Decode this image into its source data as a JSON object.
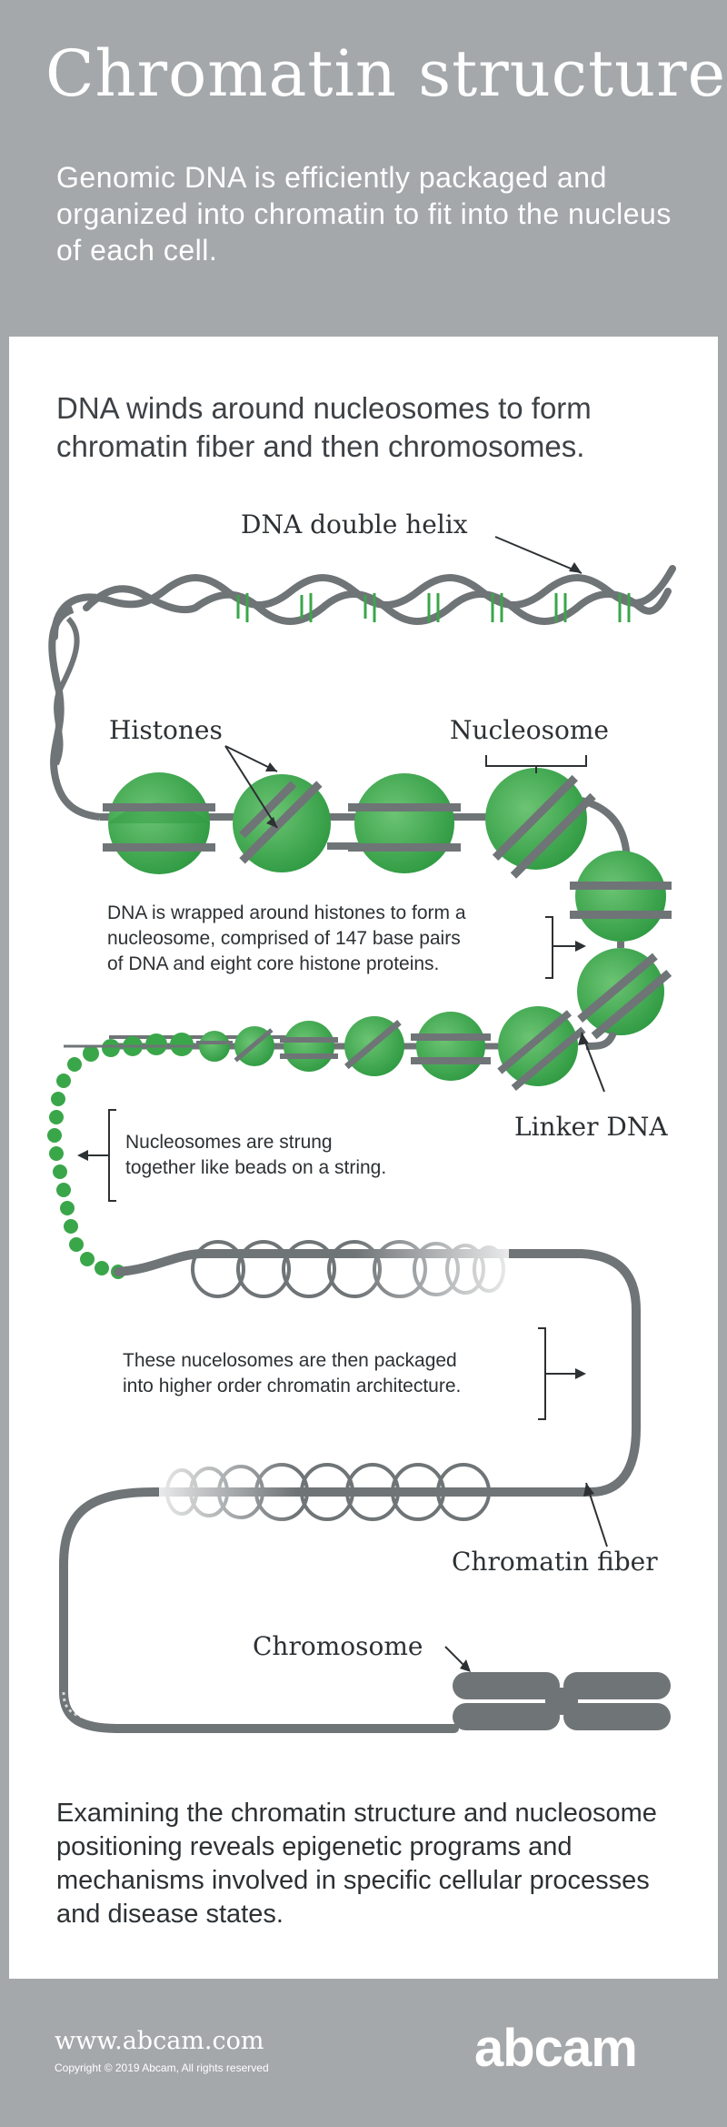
{
  "header": {
    "title": "Chromatin structure",
    "subtitle": "Genomic DNA is efficiently packaged and organized into chromatin to fit into the nucleus of each cell."
  },
  "main": {
    "intro": "DNA winds around nucleosomes to form chromatin fiber and then chromosomes.",
    "labels": {
      "dna_helix": "DNA double helix",
      "histones": "Histones",
      "nucleosome": "Nucleosome",
      "linker_dna": "Linker DNA",
      "chromatin_fiber": "Chromatin fiber",
      "chromosome": "Chromosome"
    },
    "notes": {
      "wrapped_line1": "DNA is wrapped around histones to form a",
      "wrapped_line2": "nucleosome, comprised of 147 base pairs",
      "wrapped_line3": "of DNA and eight core histone proteins.",
      "beads_line1": "Nucleosomes are strung",
      "beads_line2": "together like beads on a string.",
      "packaged_line1": "These nucelosomes are then packaged",
      "packaged_line2": "into higher order chromatin architecture."
    },
    "outro": "Examining the chromatin structure and nucleosome positioning reveals epigenetic programs and mechanisms involved in specific cellular processes and disease states."
  },
  "footer": {
    "url": "www.abcam.com",
    "copyright": "Copyright © 2019 Abcam, All rights reserved",
    "logo": "abcam"
  },
  "colors": {
    "background": "#a4a8ab",
    "panel": "#ffffff",
    "dna_gray": "#6f7477",
    "nucleosome_green": "#3aa64a",
    "nucleosome_light": "#6cc473",
    "text_dark": "#2d3134"
  }
}
